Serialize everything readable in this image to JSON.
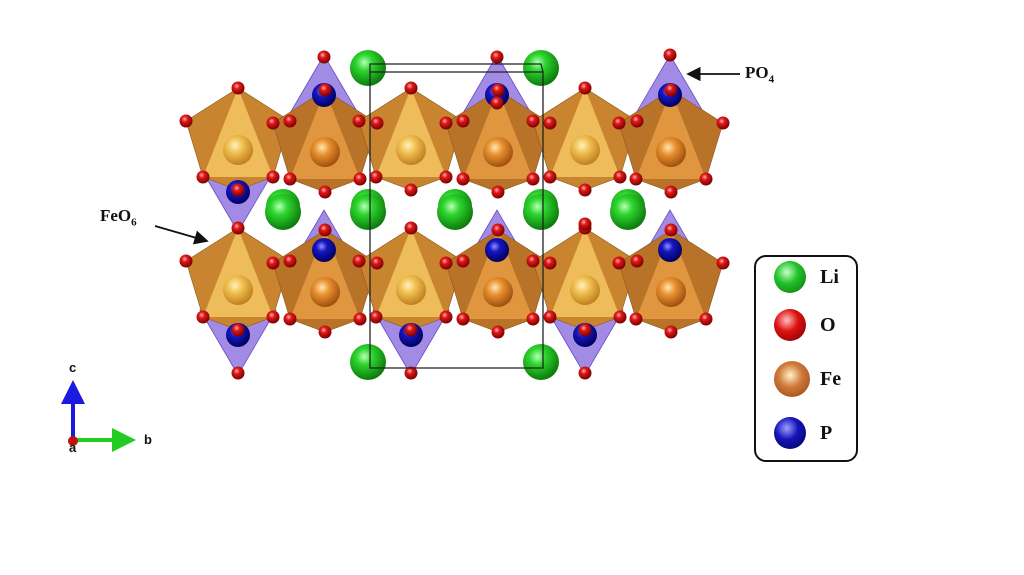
{
  "annotations": {
    "feo6": {
      "main": "FeO",
      "sub": "6"
    },
    "po4": {
      "main": "PO",
      "sub": "4"
    }
  },
  "axes": {
    "c": "c",
    "b": "b",
    "a": "a"
  },
  "legend": [
    {
      "label": "Li",
      "color": "#22c22a"
    },
    {
      "label": "O",
      "color": "#dd1111"
    },
    {
      "label": "Fe",
      "color": "#d07a3a"
    },
    {
      "label": "P",
      "color": "#1414b8"
    }
  ],
  "colors": {
    "octa_light": "#f2c260",
    "octa_dark": "#e39a40",
    "tetra": "#7a5ad8",
    "cell": "#222222"
  }
}
